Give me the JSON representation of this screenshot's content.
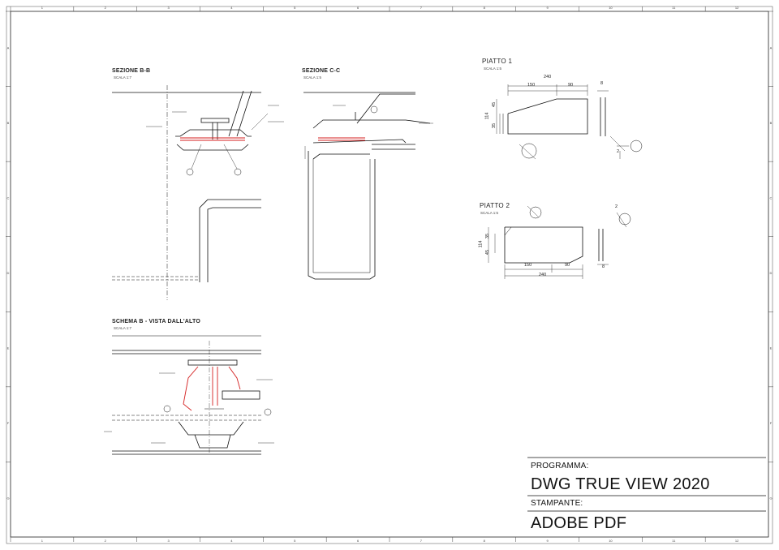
{
  "frame": {
    "top_ticks": [
      "1",
      "2",
      "3",
      "4",
      "5",
      "6",
      "7",
      "8",
      "9",
      "10",
      "11",
      "12"
    ],
    "side_ticks": [
      "A",
      "B",
      "C",
      "D",
      "E",
      "F",
      "G"
    ]
  },
  "views": {
    "section_bb": {
      "title": "SEZIONE B-B",
      "scale": "SCALA 1:7"
    },
    "section_cc": {
      "title": "SEZIONE C-C",
      "scale": "SCALA 1:5"
    },
    "scheme_b": {
      "title": "SCHEMA B - VISTA DALL'ALTO",
      "scale": "SCALA 1:7"
    }
  },
  "plate1": {
    "title": "PIATTO 1",
    "scale": "SCALA 1:5",
    "dims": {
      "total": "240",
      "a": "150",
      "b": "90",
      "thk": "8",
      "h1": "114",
      "h2": "35",
      "h3": "45",
      "w": "2"
    }
  },
  "plate2": {
    "title": "PIATTO 2",
    "scale": "SCALA 1:5",
    "dims": {
      "total": "240",
      "a": "150",
      "b": "90",
      "thk": "8",
      "h1": "114",
      "h2": "35",
      "h3": "45",
      "w": "2"
    }
  },
  "titleblock": {
    "program_label": "PROGRAMMA:",
    "program_value": "DWG TRUE VIEW 2020",
    "printer_label": "STAMPANTE:",
    "printer_value": "ADOBE PDF"
  },
  "colors": {
    "line": "#111111",
    "red": "#d42020",
    "thin": "#555555"
  }
}
